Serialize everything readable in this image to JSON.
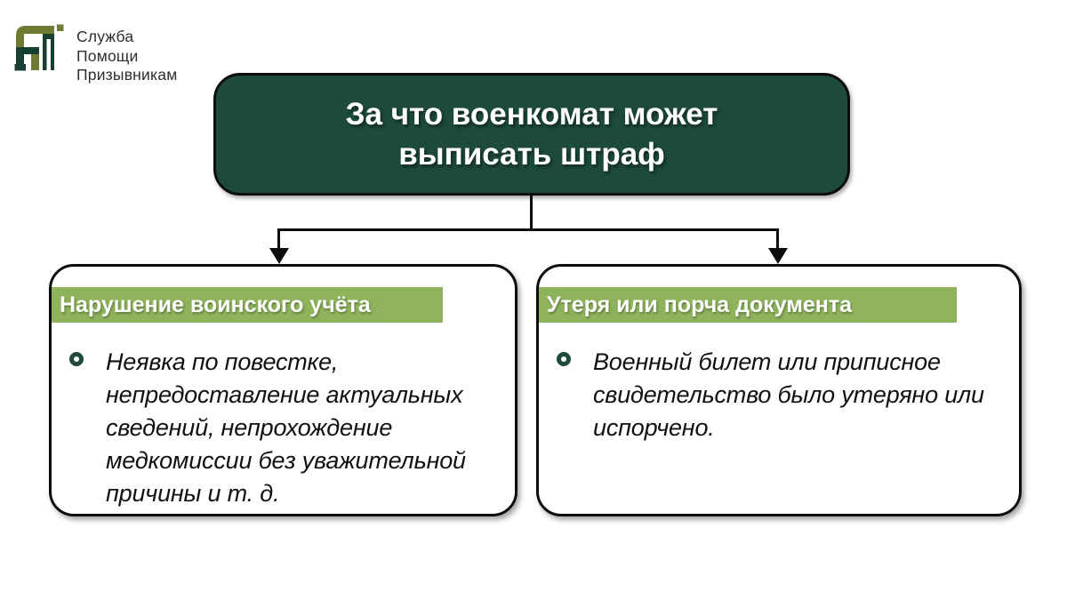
{
  "logo": {
    "lines": [
      "Служба",
      "Помощи",
      "Призывникам"
    ]
  },
  "title": {
    "lines": [
      "За что военкомат может",
      "выписать штраф"
    ]
  },
  "cards": [
    {
      "header": "Нарушение воинского учёта",
      "body": "Неявка по повестке, непредоставление актуальных сведений, непрохождение медкомиссии без уважительной причины и т. д."
    },
    {
      "header": "Утеря или порча документа",
      "body": "Военный билет или приписное свидетельство было утеряно или испорчено."
    }
  ],
  "colors": {
    "dark_green": "#1d4a39",
    "light_green": "#8eb35c",
    "olive": "#6e7c33",
    "ink": "#0d0d0d"
  }
}
